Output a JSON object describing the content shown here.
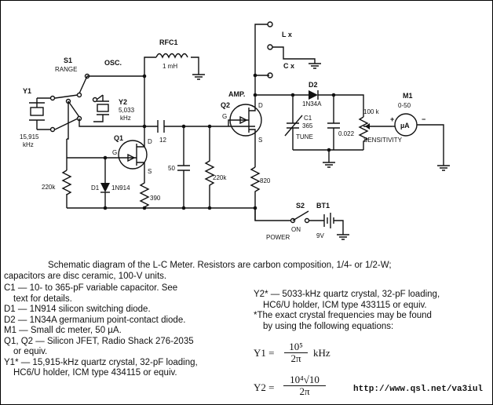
{
  "schematic": {
    "labels": {
      "s1": "S1",
      "range": "RANGE",
      "osc": "OSC.",
      "rfc1": "RFC1",
      "rfc1_value": "1 mH",
      "y1": "Y1",
      "y1_freq_a": "15,915",
      "y1_freq_b": "kHz",
      "y2": "Y2",
      "y2_freq_a": "5,033",
      "y2_freq_b": "kHz",
      "q1": "Q1",
      "q1_g": "G",
      "q1_d": "D",
      "q1_s": "S",
      "c12": "12",
      "c50": "50",
      "r220k_a": "220k",
      "r220k_b": "220k",
      "d1": "D1",
      "d1_type": "1N914",
      "r390": "390",
      "amp": "AMP.",
      "q2": "Q2",
      "q2_g": "G",
      "q2_d": "D",
      "q2_s": "S",
      "r820": "820",
      "lx": "L x",
      "cx": "C x",
      "d2": "D2",
      "d2_type": "1N34A",
      "c1": "C1",
      "c1_value": "365",
      "tune": "TUNE",
      "c0022": "0.022",
      "pot": "100 k",
      "sensitivity": "SENSITIVITY",
      "m1": "M1",
      "m1_range": "0-50",
      "ua": "µA",
      "plus": "+",
      "minus": "−",
      "s2": "S2",
      "on": "ON",
      "power": "POWER",
      "bt1": "BT1",
      "v9": "9V"
    }
  },
  "caption": {
    "intro_line1": "Schematic diagram of the L-C Meter. Resistors are carbon composition, 1/4- or 1/2-W;",
    "intro_line2": "capacitors are disc ceramic, 100-V units.",
    "left": [
      {
        "text": "C1 — 10- to 365-pF variable capacitor. See",
        "cont": "text for details."
      },
      {
        "text": "D1 — 1N914 silicon switching diode."
      },
      {
        "text": "D2 — 1N34A germanium point-contact diode."
      },
      {
        "text": "M1 — Small dc meter, 50 µA."
      },
      {
        "text": "Q1, Q2 — Silicon JFET, Radio Shack 276-2035",
        "cont": "or equiv."
      },
      {
        "text": "Y1* — 15,915-kHz quartz crystal, 32-pF loading,",
        "cont": "HC6/U holder, ICM type 434115 or equiv."
      }
    ],
    "right": {
      "y2_line1": "Y2* — 5033-kHz quartz crystal, 32-pF loading,",
      "y2_line2": "HC6/U holder, ICM type 433115 or equiv.",
      "note_line1": "*The exact crystal frequencies may be found",
      "note_line2": "by using the following equations:",
      "eq1_lhs": "Y1 =",
      "eq1_num": "10⁵",
      "eq1_den": "2π",
      "eq1_unit": "kHz",
      "eq2_lhs": "Y2 =",
      "eq2_num": "10⁴√10",
      "eq2_den": "2π"
    }
  },
  "url": "http://www.qsl.net/va3iul"
}
